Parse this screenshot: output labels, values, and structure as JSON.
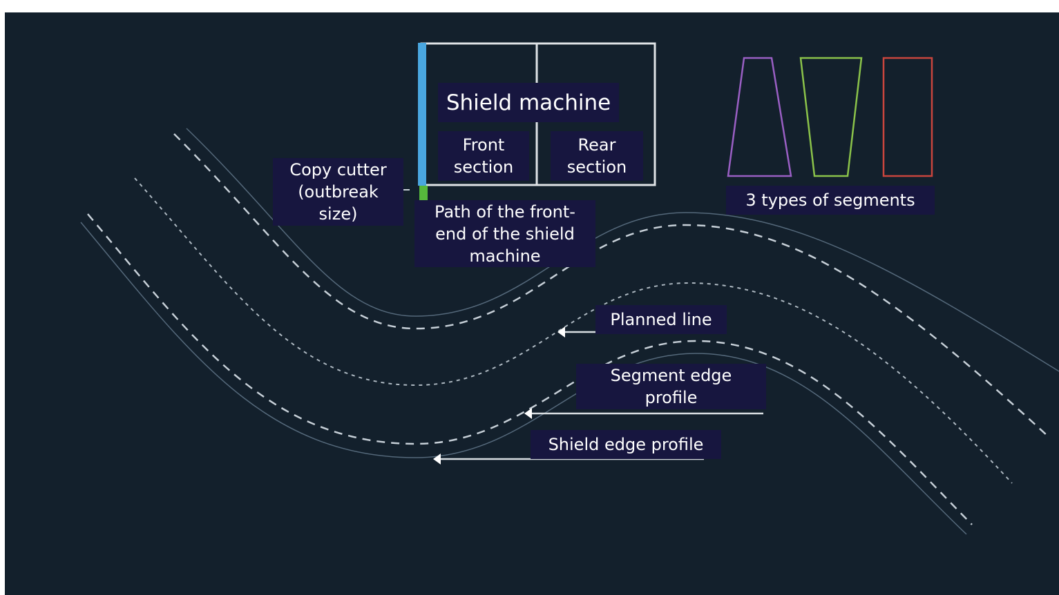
{
  "labels": {
    "shield_machine": "Shield machine",
    "front_section": "Front\nsection",
    "rear_section": "Rear\nsection",
    "copy_cutter": "Copy cutter\n(outbreak\nsize)",
    "path_front_end": "Path of the front-\nend of the shield\nmachine",
    "segment_types": "3 types of segments",
    "planned_line": "Planned line",
    "segment_edge_profile": "Segment edge\nprofile",
    "shield_edge_profile": "Shield edge profile"
  },
  "colors": {
    "background": "#13202c",
    "label_background": "#17163f",
    "curve": "#6d8395",
    "curve_dash": "#c7d0d8",
    "machine_outline": "#dfe3e6",
    "machine_front_bar": "#4aa7e0",
    "copy_cutter_bar": "#56b93c",
    "segment_purple": "#9a5fc4",
    "segment_green": "#8bc34a",
    "segment_red": "#c9453d"
  }
}
